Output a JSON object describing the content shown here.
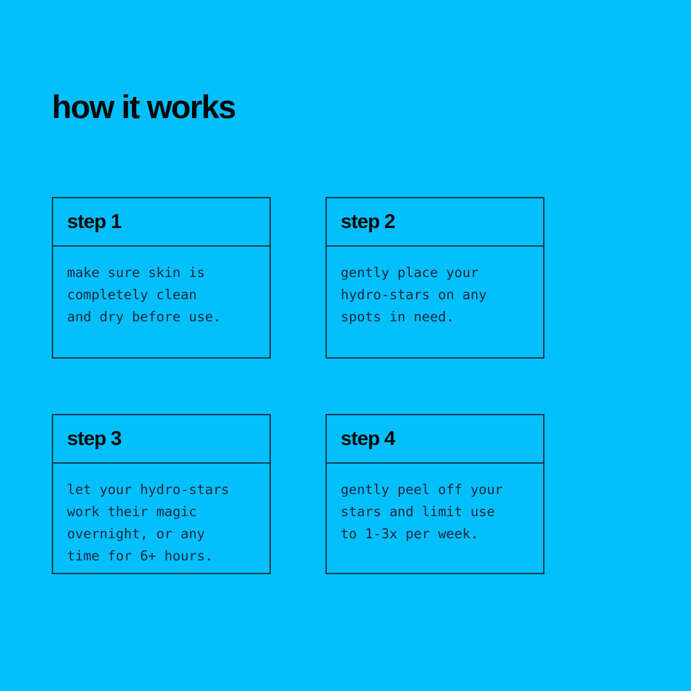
{
  "background_color": "#03c0fc",
  "border_color": "#143853",
  "heading_color": "#07080a",
  "body_text_color": "#16263c",
  "header": {
    "title": "how it works"
  },
  "steps": [
    {
      "label": "step 1",
      "body": "make sure skin is\ncompletely clean\nand dry before use."
    },
    {
      "label": "step 2",
      "body": "gently place your\nhydro-stars on any\nspots in need."
    },
    {
      "label": "step 3",
      "body": "let your hydro-stars\nwork their magic\novernight, or any\ntime for 6+ hours."
    },
    {
      "label": "step 4",
      "body": "gently peel off your\nstars and limit use\nto 1-3x per week."
    }
  ]
}
